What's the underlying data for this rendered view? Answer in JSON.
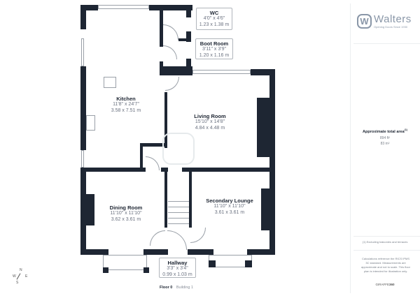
{
  "rooms": {
    "kitchen": {
      "name": "Kitchen",
      "imperial": "11'8\" x 24'7\"",
      "metric": "3.58 x 7.51 m"
    },
    "wc": {
      "name": "WC",
      "imperial": "4'0\" x 4'6\"",
      "metric": "1.23 x 1.38 m"
    },
    "boot_room": {
      "name": "Boot Room",
      "imperial": "3'11\" x 3'9\"",
      "metric": "1.20 x 1.16 m"
    },
    "living_room": {
      "name": "Living Room",
      "imperial": "15'10\" x 14'8\"",
      "metric": "4.84 x 4.48 m"
    },
    "dining_room": {
      "name": "Dining Room",
      "imperial": "11'10\" x 11'10\"",
      "metric": "3.62 x 3.61 m"
    },
    "secondary_lounge": {
      "name": "Secondary Lounge",
      "imperial": "11'10\" x 11'10\"",
      "metric": "3.61 x 3.61 m"
    },
    "hallway": {
      "name": "Hallway",
      "imperial": "3'3\" x 3'4\"",
      "metric": "0.99 x 1.03 m"
    }
  },
  "footer": {
    "floor": "Floor 0",
    "building": "Building 1"
  },
  "compass": {
    "n": "N",
    "e": "E",
    "s": "S",
    "w": "W"
  },
  "panel": {
    "logo_letter": "W",
    "brand": "Walters",
    "tagline": "Opening Doors Since 1930",
    "area_title": "Approximate total area",
    "area_sup": "(1)",
    "area_sqft": "894 ft²",
    "area_sqm": "83 m²",
    "footnote": "(1) Excluding balconies and terraces",
    "disclaimer": "Calculations reference the RICS IPMS 3C standard. Measurements are approximate and not to scale. This floor plan is intended for illustration only.",
    "credit_a": "GIRAFFE",
    "credit_b": "360"
  },
  "colors": {
    "wall": "#1e2633",
    "brand": "#8a97a8"
  }
}
